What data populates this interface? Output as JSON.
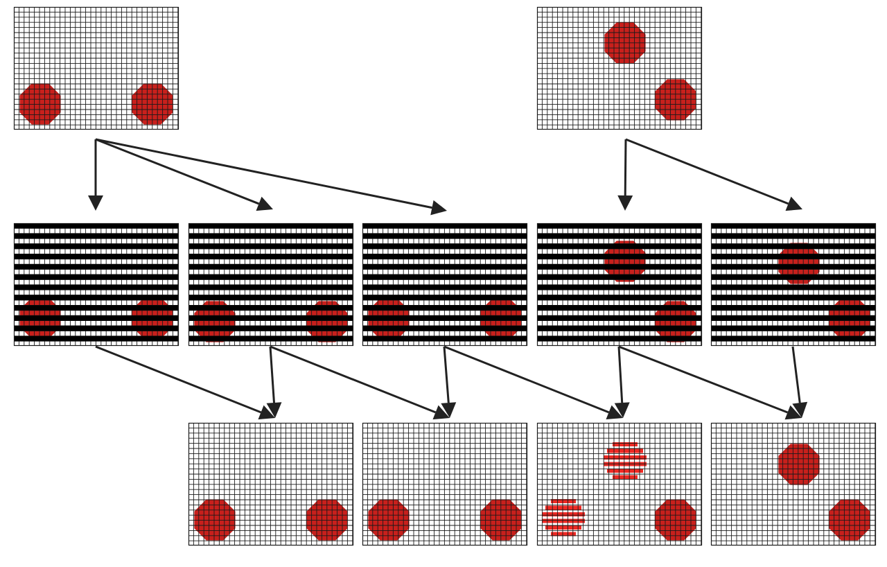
{
  "colors": {
    "background": "#ffffff",
    "grid_line": "#1a1a1a",
    "cell_fill": "#ffffff",
    "stripe": "#000000",
    "blob": "#c8201c",
    "blob_bright": "#ee2a24",
    "arrow": "#222222"
  },
  "frames": [
    {
      "id": "source-a",
      "row": 1,
      "col": 1,
      "pattern": "grid"
    },
    {
      "id": "source-b",
      "row": 1,
      "col": 4,
      "pattern": "grid"
    },
    {
      "id": "striped-1",
      "row": 2,
      "col": 1,
      "pattern": "striped"
    },
    {
      "id": "striped-2",
      "row": 2,
      "col": 2,
      "pattern": "striped"
    },
    {
      "id": "striped-3",
      "row": 2,
      "col": 3,
      "pattern": "striped"
    },
    {
      "id": "striped-4",
      "row": 2,
      "col": 4,
      "pattern": "striped"
    },
    {
      "id": "striped-5",
      "row": 2,
      "col": 5,
      "pattern": "striped"
    },
    {
      "id": "result-1",
      "row": 3,
      "col": 2,
      "pattern": "grid"
    },
    {
      "id": "result-2",
      "row": 3,
      "col": 3,
      "pattern": "grid"
    },
    {
      "id": "result-3",
      "row": 3,
      "col": 4,
      "pattern": "grid"
    },
    {
      "id": "result-4",
      "row": 3,
      "col": 5,
      "pattern": "grid"
    }
  ],
  "links": [
    [
      "source-a",
      "striped-1"
    ],
    [
      "source-a",
      "striped-2"
    ],
    [
      "source-a",
      "striped-3"
    ],
    [
      "source-b",
      "striped-4"
    ],
    [
      "source-b",
      "striped-5"
    ],
    [
      "striped-1",
      "result-1"
    ],
    [
      "striped-2",
      "result-1"
    ],
    [
      "striped-2",
      "result-2"
    ],
    [
      "striped-3",
      "result-2"
    ],
    [
      "striped-3",
      "result-3"
    ],
    [
      "striped-4",
      "result-3"
    ],
    [
      "striped-4",
      "result-4"
    ],
    [
      "striped-5",
      "result-4"
    ]
  ]
}
